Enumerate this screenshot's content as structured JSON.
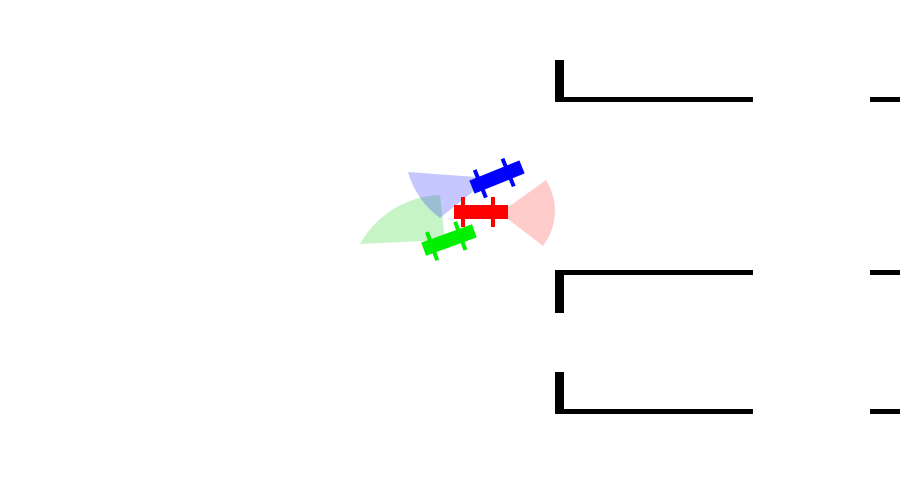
{
  "scene": {
    "background": "#ffffff",
    "wall_color": "#000000"
  },
  "agents": [
    {
      "id": "red",
      "color": "#ff0000",
      "cone_color": "#ffb3b3",
      "heading": "right"
    },
    {
      "id": "blue",
      "color": "#0000ff",
      "cone_color": "#b3b3ff",
      "heading": "up-right"
    },
    {
      "id": "green",
      "color": "#00ee00",
      "cone_color": "#b3f5b3",
      "heading": "up-right"
    }
  ]
}
